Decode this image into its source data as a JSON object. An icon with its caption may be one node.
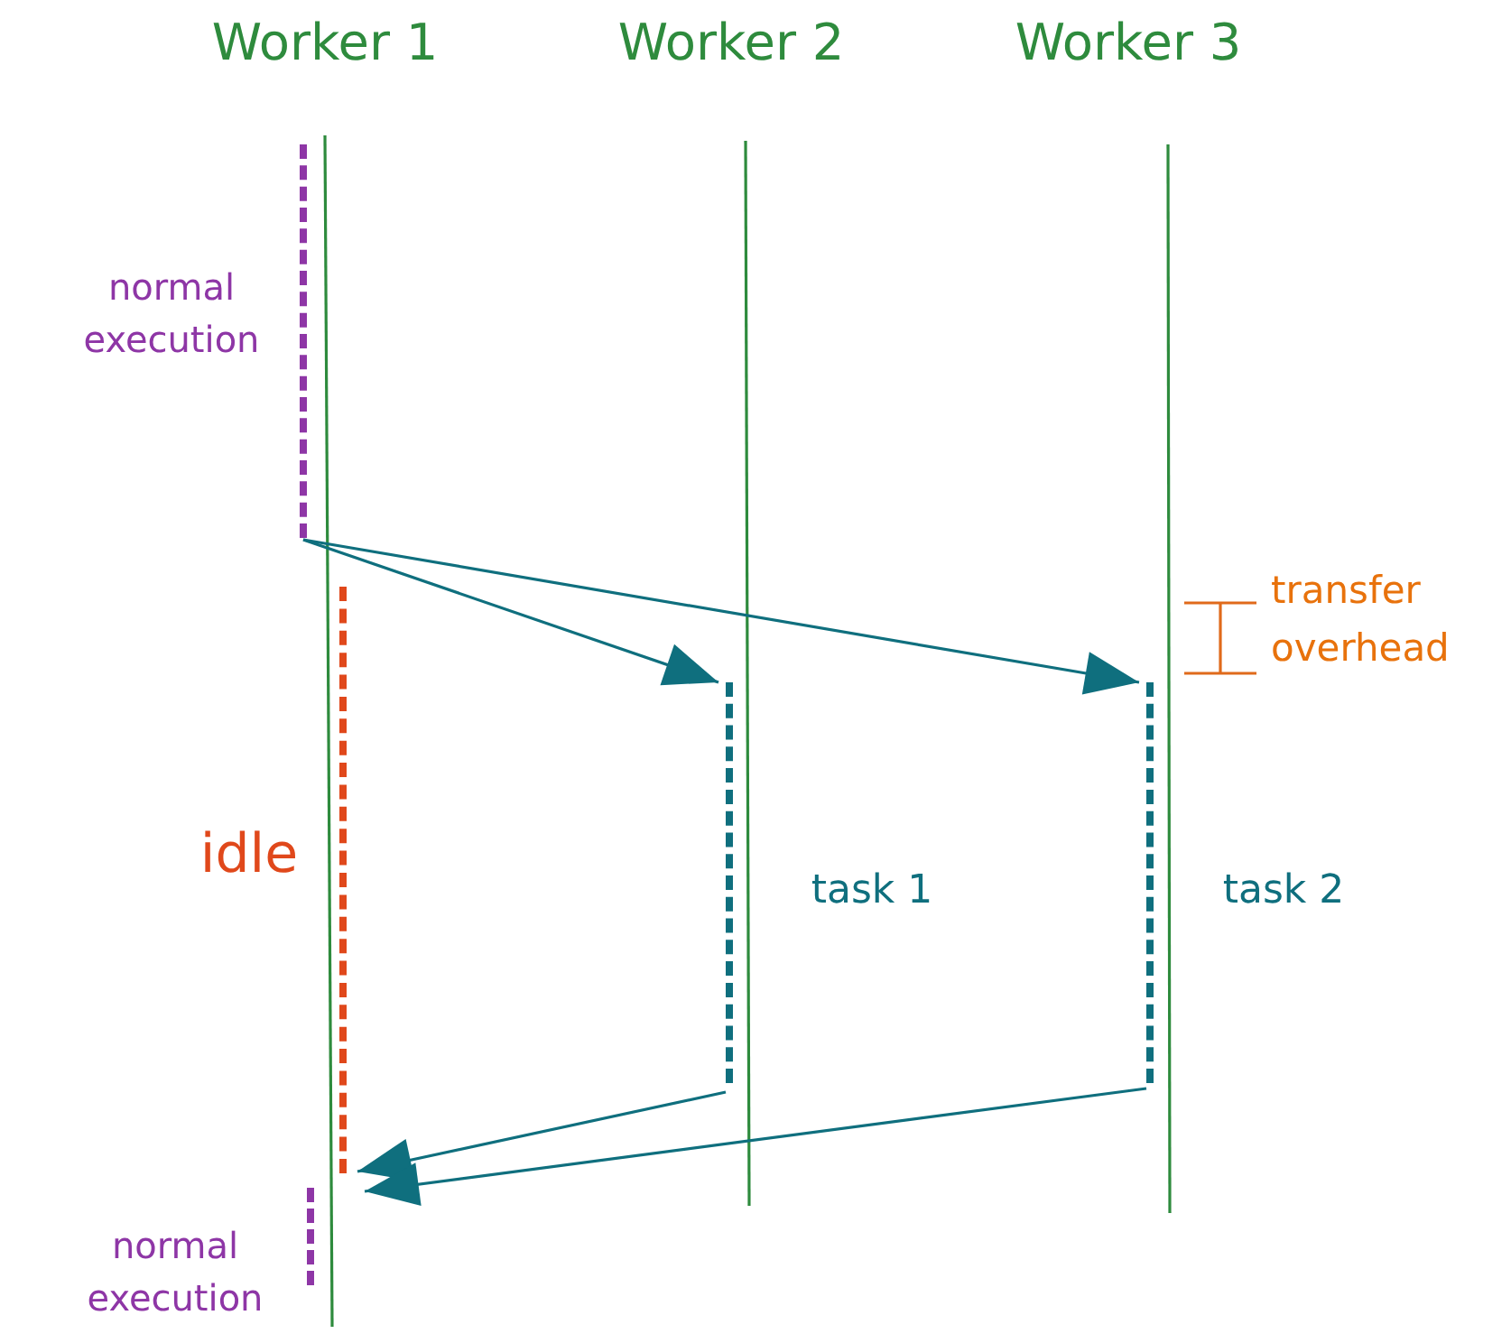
{
  "diagram": {
    "nodes": [
      {
        "text": [],
        "shape": "bar",
        "beside": [
          "normal execution"
        ]
      },
      {
        "text": [],
        "shape": "bar",
        "beside": [
          "idle"
        ]
      },
      {
        "text": [],
        "shape": "bar",
        "beside": [
          "task 1"
        ]
      },
      {
        "text": [],
        "shape": "bar",
        "beside": [
          "task 2"
        ]
      },
      {
        "text": [],
        "shape": "bar",
        "beside": [
          "normal execution"
        ]
      }
    ],
    "edges": [
      {
        "from": 0,
        "to": 2,
        "arrow": "to"
      },
      {
        "from": 0,
        "to": 3,
        "arrow": "to"
      },
      {
        "from": 2,
        "to": 1,
        "arrow": "to"
      },
      {
        "from": 3,
        "to": 1,
        "arrow": "to"
      }
    ],
    "labels": [
      "Worker 1",
      "Worker 2",
      "Worker 3",
      "transfer overhead"
    ]
  }
}
